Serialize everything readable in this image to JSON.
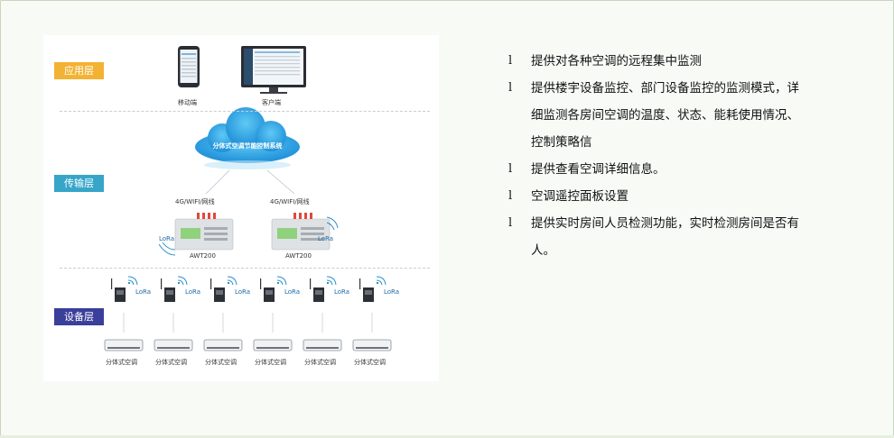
{
  "layers": {
    "application": "应用层",
    "transport": "传输层",
    "device": "设备层"
  },
  "clients": {
    "mobile": "移动端",
    "pc": "客户端"
  },
  "cloud": "分体式空调节能控制系统",
  "network": [
    "4G/WIFI/网线",
    "4G/WIFI/网线"
  ],
  "gateway": {
    "lora": "LoRa",
    "model": "AWT200"
  },
  "devices": {
    "lora": "LoRa",
    "unit": "分体式空调",
    "count": 6
  },
  "colors": {
    "app_layer": "#f2b233",
    "transport_layer": "#36a5c8",
    "device_layer": "#3a3f9a"
  },
  "bullets": [
    {
      "mark": "l",
      "lines": [
        "提供对各种空调的远程集中监测"
      ]
    },
    {
      "mark": "l",
      "lines": [
        "提供楼宇设备监控、部门设备监控的监测模式，详",
        "细监测各房间空调的温度、状态、能耗使用情况、",
        "控制策略信"
      ]
    },
    {
      "mark": "l",
      "lines": [
        " 提供查看空调详细信息。"
      ]
    },
    {
      "mark": "l",
      "lines": [
        " 空调遥控面板设置"
      ]
    },
    {
      "mark": "l",
      "lines": [
        " 提供实时房间人员检测功能，实时检测房间是否有",
        "人。"
      ]
    }
  ]
}
